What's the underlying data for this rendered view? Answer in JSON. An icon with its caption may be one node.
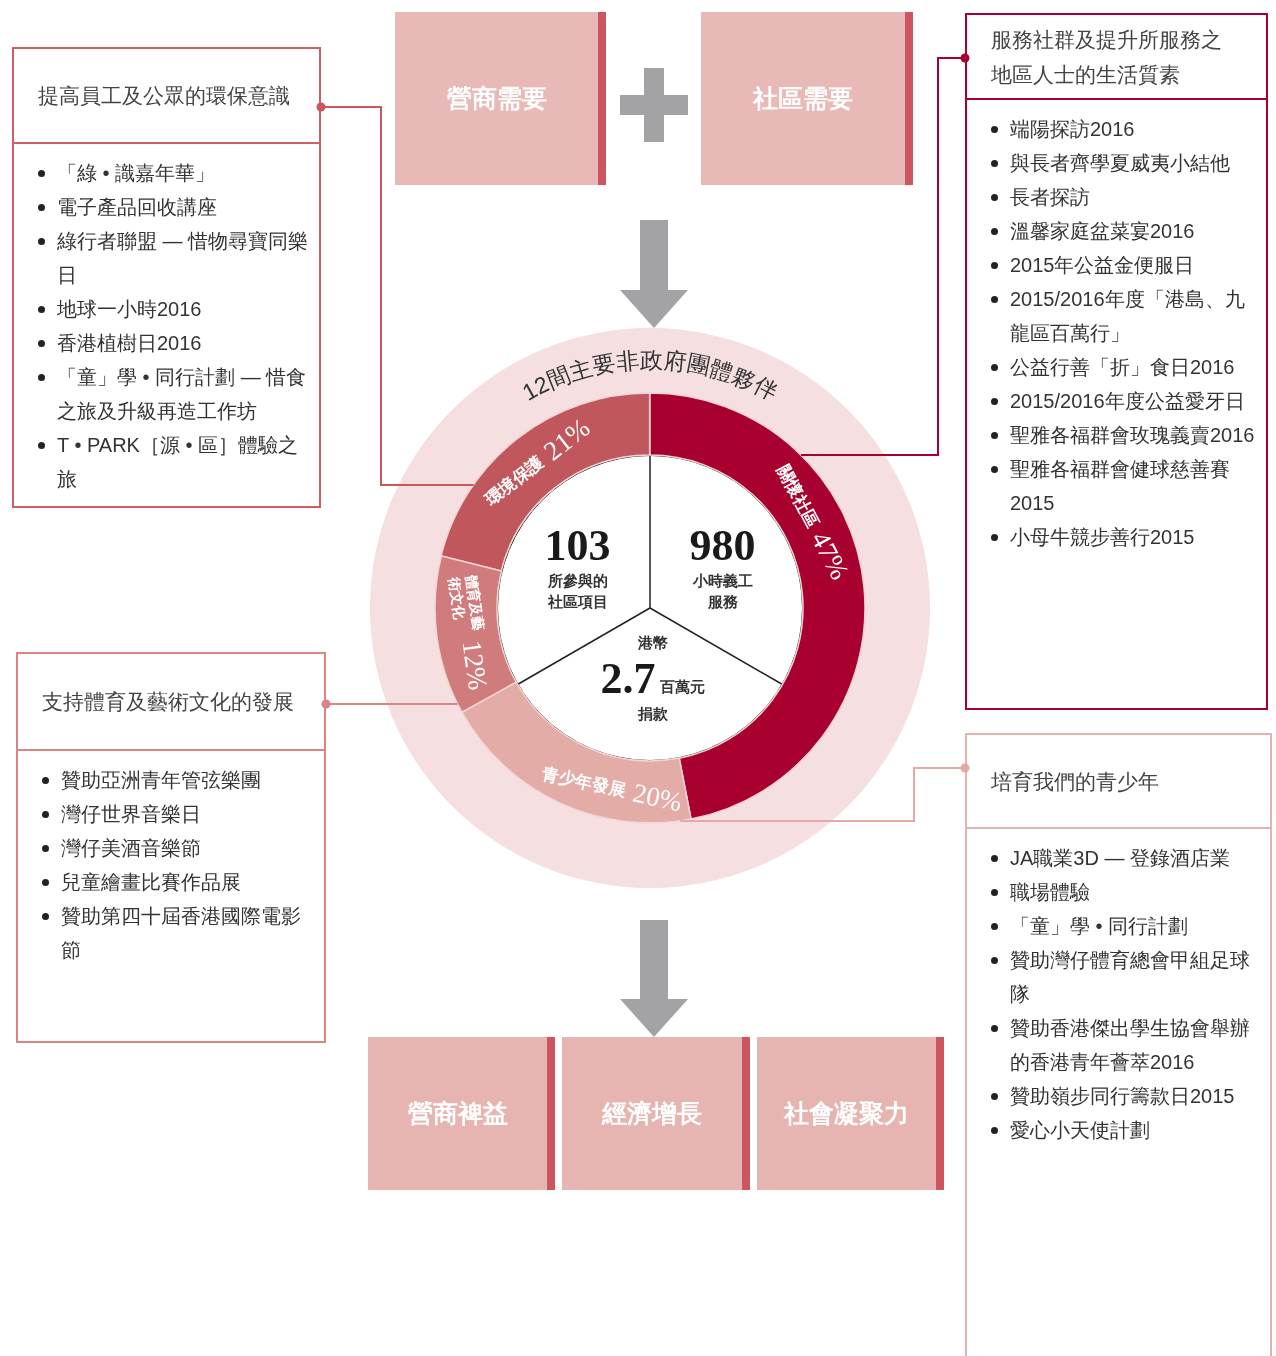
{
  "diagram": {
    "nodes": [
      {
        "text": [
          "營商需要"
        ]
      },
      {
        "text": [
          "社區需要"
        ]
      },
      {
        "text": [
          "12間主要非政府團體夥伴"
        ]
      },
      {
        "text": [
          "環境保護",
          "21%"
        ],
        "in": 2
      },
      {
        "text": [
          "關懷社區",
          "47%"
        ],
        "in": 2
      },
      {
        "text": [
          "青少年發展",
          "20%"
        ],
        "in": 2
      },
      {
        "text": [
          "體育及藝術文化",
          "12%"
        ],
        "in": 2
      },
      {
        "text": [
          "103",
          "所參與的社區項目"
        ],
        "in": 2
      },
      {
        "text": [
          "980",
          "小時義工服務"
        ],
        "in": 2
      },
      {
        "text": [
          "港幣",
          "2.7",
          "百萬元",
          "捐款"
        ],
        "in": 2
      },
      {
        "text": [
          "提高員工及公眾的環保意識",
          "「綠 • 識嘉年華」",
          "電子產品回收講座",
          "綠行者聯盟 — 惜物尋寶同樂日",
          "地球一小時2016",
          "香港植樹日2016",
          "「童」學 • 同行計劃 — 惜食之旅及升級再造工作坊",
          "T • PARK［源 • 區］體驗之旅"
        ]
      },
      {
        "text": [
          "服務社群及提升所服務之地區人士的生活質素",
          "端陽探訪2016",
          "與長者齊學夏威夷小結他",
          "長者探訪",
          "溫馨家庭盆菜宴2016",
          "2015年公益金便服日",
          "2015/2016年度「港島、九龍區百萬行」",
          "公益行善「折」食日2016",
          "2015/2016年度公益愛牙日",
          "聖雅各福群會玫瑰義賣2016",
          "聖雅各福群會健球慈善賽2015",
          "小母牛競步善行2015"
        ]
      },
      {
        "text": [
          "支持體育及藝術文化的發展",
          "贊助亞洲青年管弦樂團",
          "灣仔世界音樂日",
          "灣仔美酒音樂節",
          "兒童繪畫比賽作品展",
          "贊助第四十屆香港國際電影節"
        ]
      },
      {
        "text": [
          "培育我們的青少年",
          "JA職業3D — 登錄酒店業",
          "職場體驗",
          "「童」學 • 同行計劃",
          "贊助灣仔體育總會甲組足球隊",
          "贊助香港傑出學生協會舉辦的香港青年薈萃2016",
          "贊助嶺步同行籌款日2015",
          "愛心小天使計劃"
        ]
      },
      {
        "text": [
          "營商裨益"
        ]
      },
      {
        "text": [
          "經濟增長"
        ]
      },
      {
        "text": [
          "社會凝聚力"
        ]
      }
    ],
    "edges": [
      {
        "from": null,
        "to": 2,
        "arrow": "to",
        "style": "thick",
        "color": "#a3a3a6"
      },
      {
        "from": 10,
        "to": 3,
        "arrow": "other",
        "color": "#c9575f"
      },
      {
        "from": 11,
        "to": 4,
        "arrow": "other",
        "color": "#a8002f"
      },
      {
        "from": 12,
        "to": 6,
        "arrow": "other",
        "color": "#d98585"
      },
      {
        "from": 13,
        "to": 5,
        "arrow": "other",
        "color": "#e3aaa8"
      },
      {
        "from": null,
        "to": 15,
        "arrow": "to",
        "style": "thick",
        "color": "#a3a3a6"
      }
    ]
  }
}
